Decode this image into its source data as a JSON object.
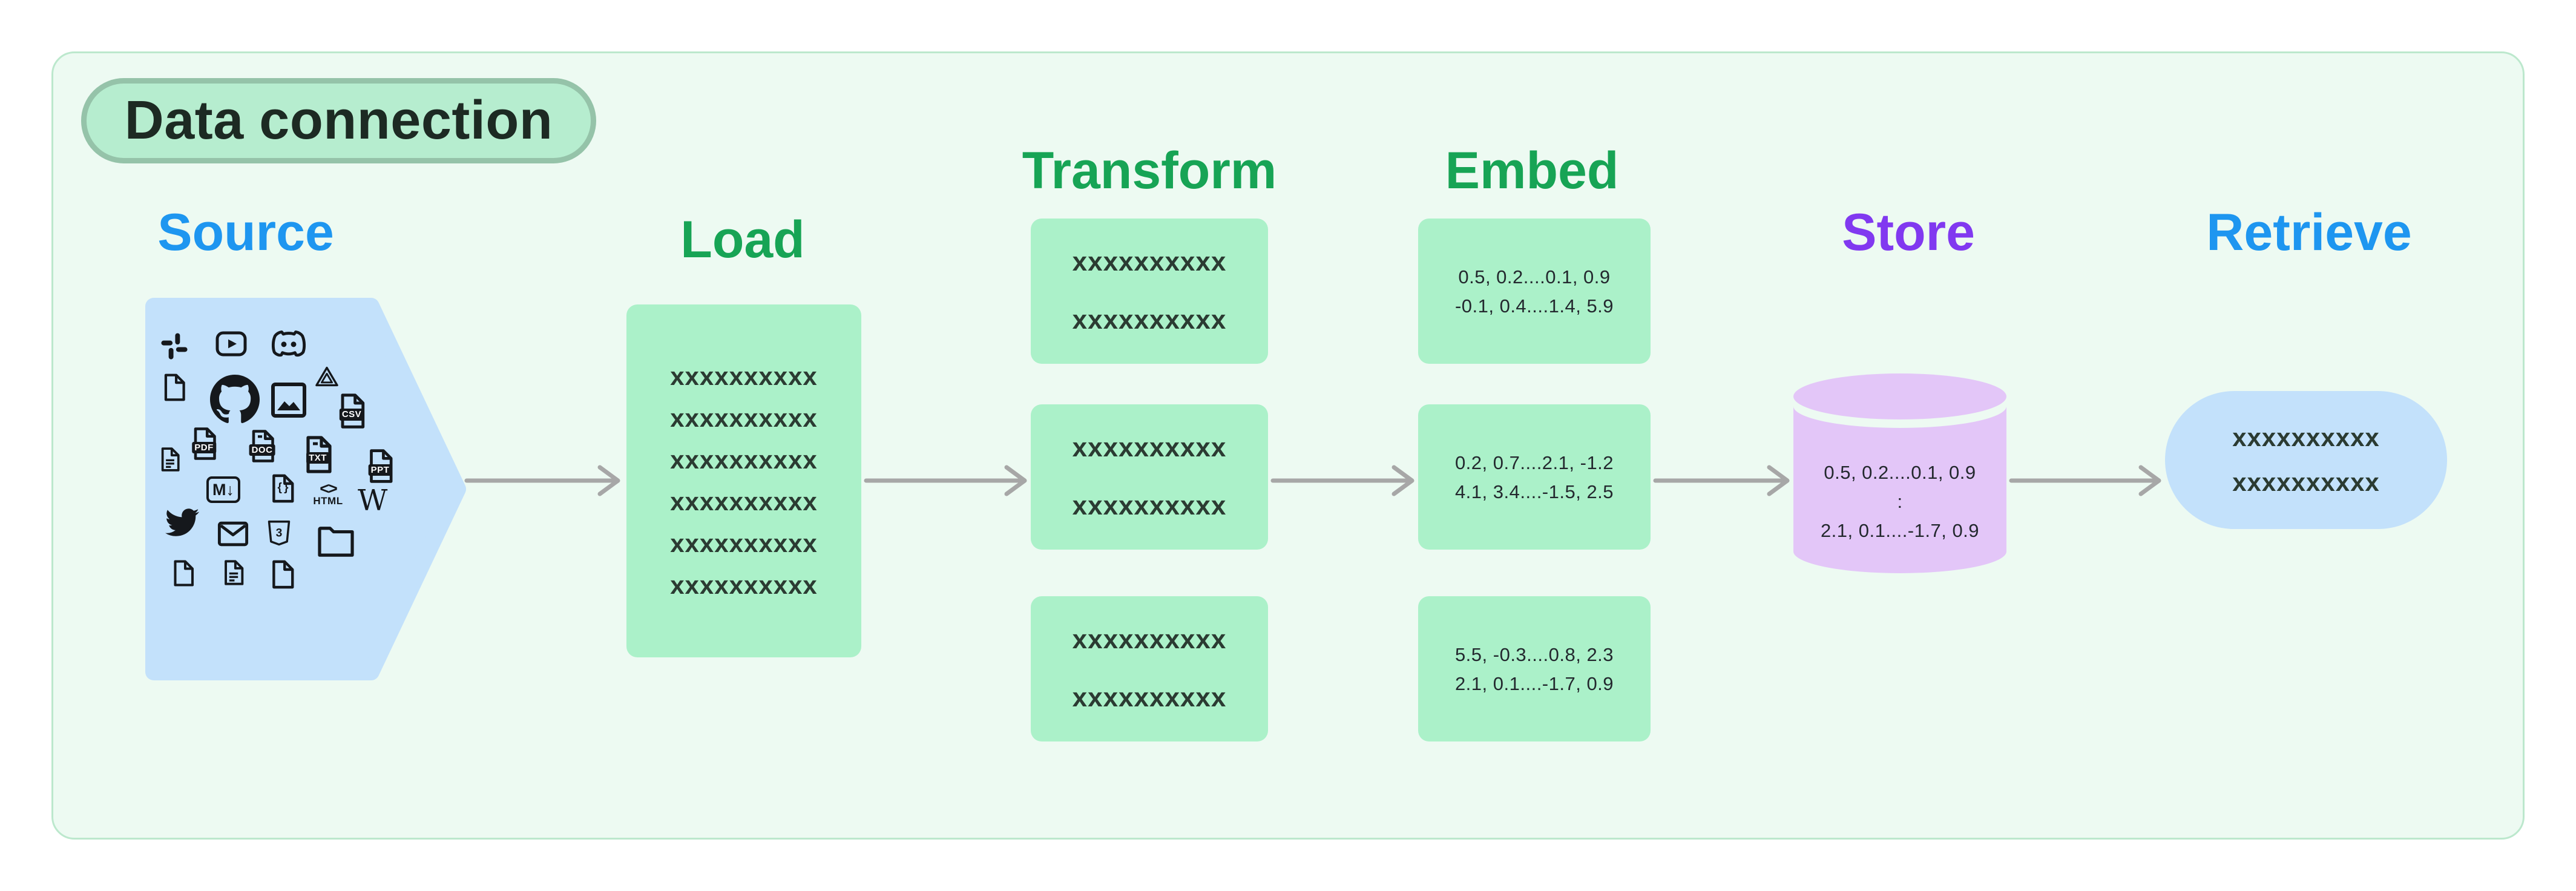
{
  "badge": {
    "label": "Data connection"
  },
  "colors": {
    "accent_blue": "#1e96f0",
    "accent_green": "#17a455",
    "accent_purple": "#8139f0",
    "arrow_gray": "#a7a7a7",
    "panel_bg": "#edfaf2",
    "green_box": "#abf1c9",
    "blue_shape": "#c3e1fb",
    "lavender_cylinder": "#e3c6f8"
  },
  "sections": {
    "source": {
      "title": "Source",
      "icons": [
        "slack",
        "youtube",
        "discord",
        "file",
        "github",
        "image",
        "google-drive",
        "csv",
        "file-lines",
        "pdf",
        "doc",
        "txt",
        "ppt",
        "markdown",
        "json",
        "html",
        "wikipedia",
        "twitter",
        "mail",
        "css3",
        "folder",
        "file",
        "file-lines",
        "file"
      ]
    },
    "load": {
      "title": "Load",
      "box_lines": [
        "xxxxxxxxxx",
        "xxxxxxxxxx",
        "xxxxxxxxxx",
        "xxxxxxxxxx",
        "xxxxxxxxxx",
        "xxxxxxxxxx"
      ]
    },
    "transform": {
      "title": "Transform",
      "boxes": [
        [
          "xxxxxxxxxx",
          "xxxxxxxxxx"
        ],
        [
          "xxxxxxxxxx",
          "xxxxxxxxxx"
        ],
        [
          "xxxxxxxxxx",
          "xxxxxxxxxx"
        ]
      ]
    },
    "embed": {
      "title": "Embed",
      "boxes": [
        [
          "0.5, 0.2....0.1, 0.9",
          "-0.1, 0.4....1.4, 5.9"
        ],
        [
          "0.2, 0.7....2.1, -1.2",
          "4.1, 3.4....-1.5, 2.5"
        ],
        [
          "5.5, -0.3....0.8, 2.3",
          "2.1, 0.1....-1.7, 0.9"
        ]
      ]
    },
    "store": {
      "title": "Store",
      "cylinder_lines": [
        "0.5, 0.2....0.1, 0.9",
        ":",
        "2.1, 0.1....-1.7, 0.9"
      ]
    },
    "retrieve": {
      "title": "Retrieve",
      "box_lines": [
        "xxxxxxxxxx",
        "xxxxxxxxxx"
      ]
    }
  },
  "icon_labels": {
    "pdf": "PDF",
    "doc": "DOC",
    "txt": "TXT",
    "csv": "CSV",
    "ppt": "PPT",
    "markdown": "M↓",
    "json": "{ }",
    "html_glyph": "<>",
    "html": "HTML",
    "wikipedia": "W",
    "css3": "3"
  }
}
